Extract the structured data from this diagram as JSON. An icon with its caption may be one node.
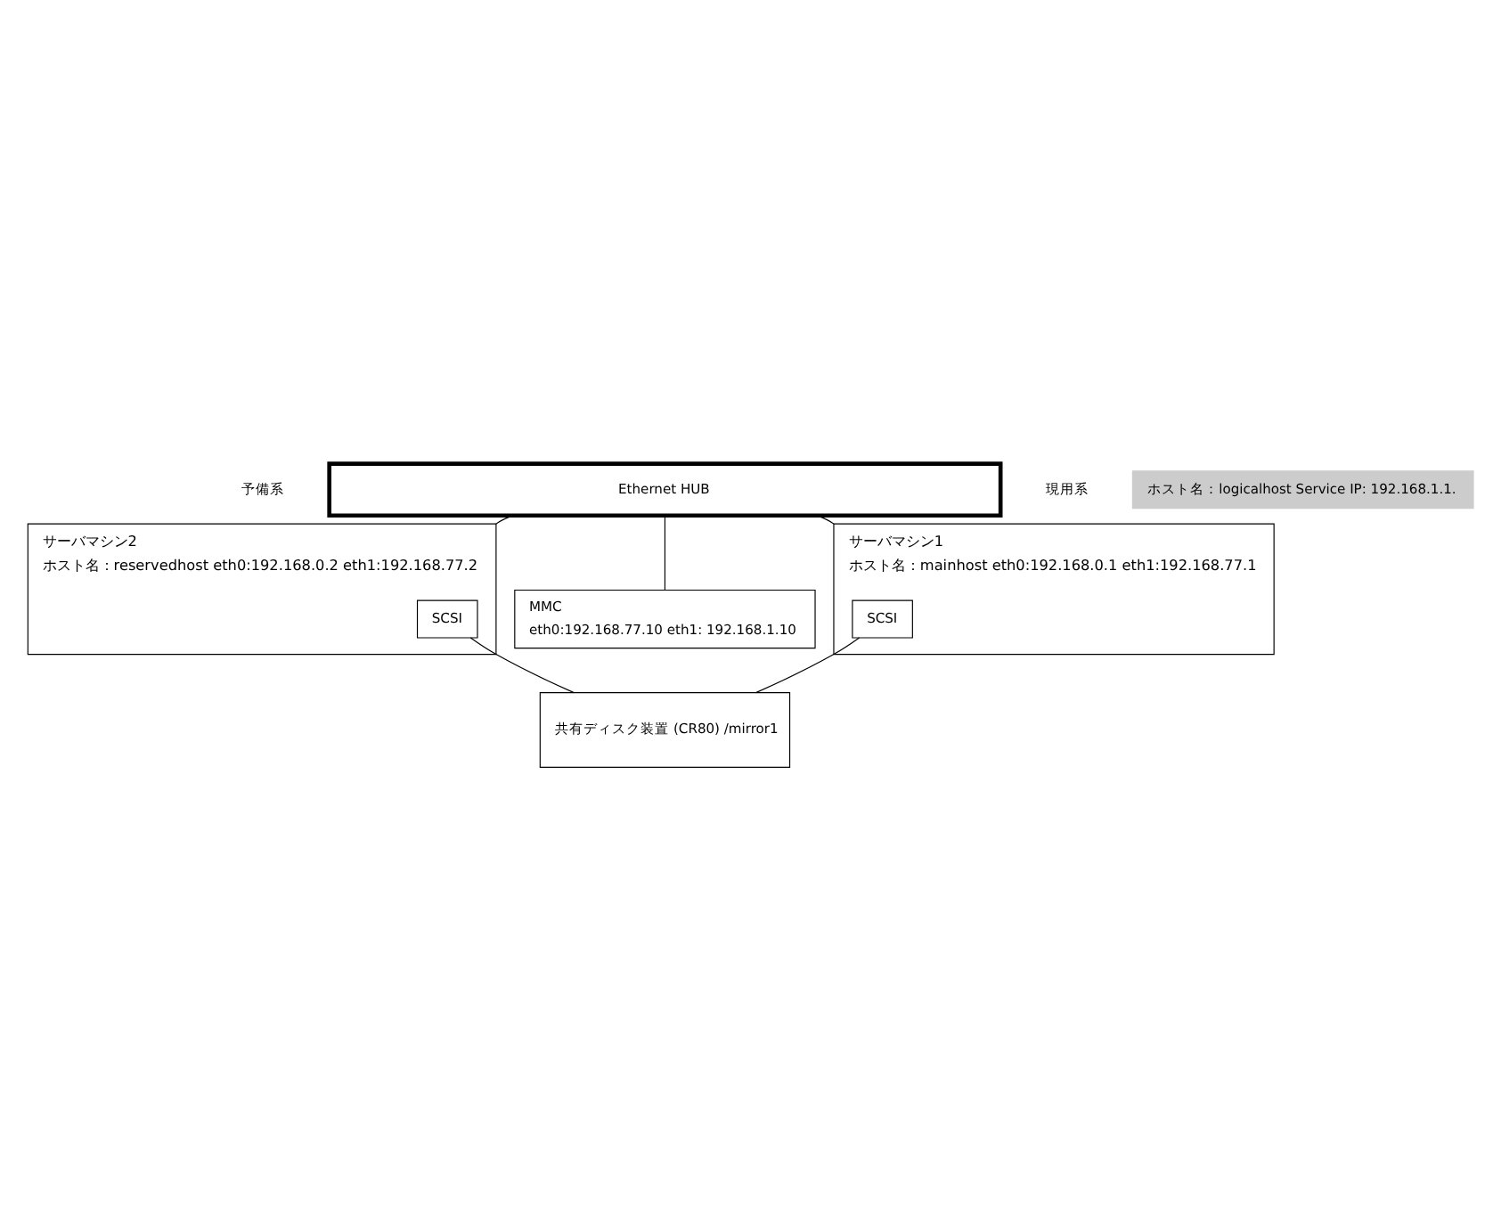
{
  "diagram": {
    "nodes": [
      {
        "text": [
          "Ethernet HUB"
        ]
      },
      {
        "text": [
          "MMC",
          "eth0:192.168.77.10 eth1: 192.168.1.10"
        ]
      },
      {
        "text": [
          "サーバマシン1",
          "ホスト名：mainhost eth0:192.168.0.1 eth1:192.168.77.1"
        ],
        "beside": [
          "現用系"
        ]
      },
      {
        "text": [
          "SCSI"
        ],
        "in": 2
      },
      {
        "text": [
          "ホスト名：logicalhost Service IP: 192.168.1.1."
        ]
      },
      {
        "text": [
          "サーバマシン2",
          "ホスト名：reservedhost eth0:192.168.0.2 eth1:192.168.77.2"
        ],
        "beside": [
          "予備系"
        ]
      },
      {
        "text": [
          "SCSI"
        ],
        "in": 5
      },
      {
        "text": [
          "共有ディスク装置 (CR80) /mirror1"
        ]
      }
    ],
    "edges": [
      {
        "from": 0,
        "to": 2,
        "arrow": "none"
      },
      {
        "from": 0,
        "to": 1,
        "arrow": "none"
      },
      {
        "from": 0,
        "to": 5,
        "arrow": "none"
      },
      {
        "from": 3,
        "to": 7,
        "arrow": "none"
      },
      {
        "from": 6,
        "to": 7,
        "arrow": "none"
      }
    ]
  }
}
